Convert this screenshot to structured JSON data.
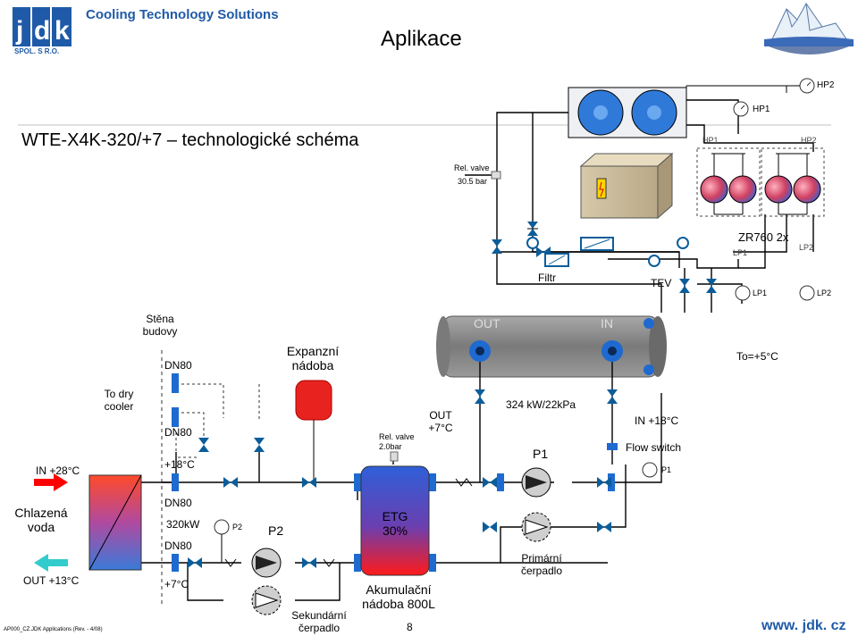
{
  "header": {
    "brand_tagline": "Cooling Technology Solutions",
    "logo_text": "SPOL. S R.O.",
    "page_title": "Aplikace",
    "diagram_title": "WTE-X4K-320/+7 – technologické schéma"
  },
  "labels": {
    "hp2_top": "HP2",
    "hp1_top": "HP1",
    "hp1_mid": "HP1",
    "hp2_mid": "HP2",
    "rel_valve_top": "Rel. valve",
    "rel_valve_top_setting": "30.5 bar",
    "compressors": "ZR760 2x",
    "lp1_mid": "LP1",
    "lp2_mid": "LP2",
    "filter": "Filtr",
    "tev": "TEV",
    "lp1_low": "LP1",
    "lp2_low": "LP2",
    "wall": "Stěna\nbudovy",
    "dn80_1": "DN80",
    "expansion_vessel": "Expanzní\nnádoba",
    "evap_out": "OUT",
    "evap_in": "IN",
    "to_temp": "To=+5°C",
    "to_dry_cooler": "To dry\ncooler",
    "dn80_2": "DN80",
    "rel_valve_low": "Rel. valve\n2.0bar",
    "out_7": "OUT\n+7°C",
    "capacity_pressure": "324 kW/22kPa",
    "in_18": "IN +18°C",
    "flow_switch": "Flow switch",
    "p1_label": "P1",
    "p1_gauge": "P1",
    "in_28": "IN +28°C",
    "plus18": "+18°C",
    "chilled_water": "Chlazená\nvoda",
    "dn80_3": "DN80",
    "kw320": "320kW",
    "dn80_4": "DN80",
    "p2_gauge": "P2",
    "p2_label": "P2",
    "etg": "ETG\n30%",
    "primary_pump": "Primární\nčerpadlo",
    "out_13": "OUT +13°C",
    "plus7": "+7°C",
    "accumulation_tank": "Akumulační\nnádoba 800L",
    "secondary_pump": "Sekundární\nčerpadlo"
  },
  "footer": {
    "doc_code": "AP000_CZ.JDK Applications (Rev. - 4/08)",
    "page_number": "8",
    "website": "www. jdk. cz"
  },
  "colors": {
    "brand_blue": "#1f5aa8",
    "evaporator_gray": "#8a8a8a",
    "expansion_red": "#e8231f",
    "tank_blue": "#2e6fcf",
    "tank_red": "#ff1a1a",
    "arrow_red": "#ff0000",
    "arrow_cyan": "#33cccc",
    "valve_fill": "#0b5d9a"
  }
}
